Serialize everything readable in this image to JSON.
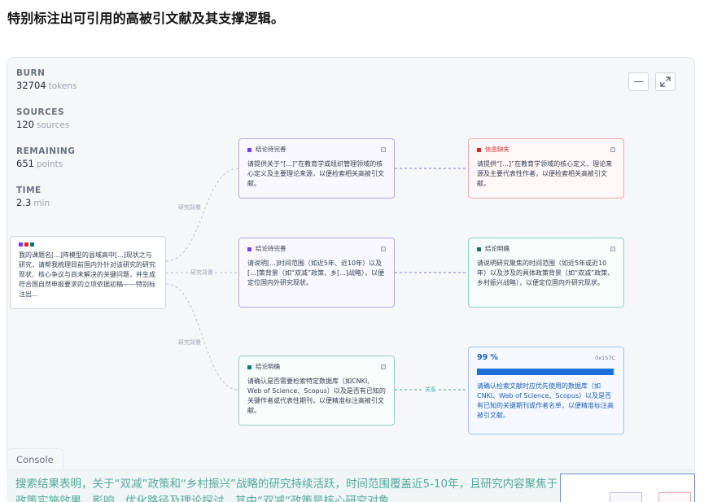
{
  "page": {
    "heading": "特别标注出可引用的高被引文献及其支撑逻辑。"
  },
  "stats": [
    {
      "label": "BURN",
      "value": "32704",
      "unit": "tokens"
    },
    {
      "label": "SOURCES",
      "value": "120",
      "unit": "sources"
    },
    {
      "label": "REMAINING",
      "value": "651",
      "unit": "points"
    },
    {
      "label": "TIME",
      "value": "2.3",
      "unit": "min"
    }
  ],
  "controls": {
    "minimize_icon": "minus-icon",
    "expand_icon": "expand-icon"
  },
  "graph": {
    "root": {
      "text": "我的课题名[...]阵模型的县域高中[...]现状之与研究，请帮我梳理目前国内外针对该研究的研究现状、核心争议与尚未解决的关键问题，并生成符合国自然申报要求的立项依据初稿——特别标注出..."
    },
    "edge_labels": [
      "研究背景",
      "研究背景",
      "研究背景",
      "关系"
    ],
    "nodes": [
      {
        "status": "结论待完善",
        "body": "请提供关于“[...]”在教育学或组织管理领域的核心定义及主要理论来源，以便检索相关高被引文献。"
      },
      {
        "status": "信息缺失",
        "body": "请提供“[...]”在教育学领域的核心定义、理论来源及主要代表性作者，以便检索相关高被引文献。"
      },
      {
        "status": "结论待完善",
        "body": "请说明[...]时间范围（如近5年、近10年）以及[...]策背景（如“双减”政策、乡[...]战略），以便定位国内外研究现状。"
      },
      {
        "status": "结论明确",
        "body": "请说明研究聚焦的时间范围（如近5年或近10年）以及涉及的具体政策背景（如“双减”政策、乡村振兴战略），以便定位国内外研究现状。"
      },
      {
        "status": "结论明确",
        "body": "请确认是否需要检索特定数据库（如CNKI、Web of Science、Scopus）以及是否有已知的关键作者或代表性期刊，以便精准标注高被引文献。"
      }
    ],
    "progress": {
      "percent_label": "99 %",
      "value": 0.99,
      "id": "0x157C",
      "body": "请确认检索文献时应优先使用的数据库（如CNKI、Web of Science、Scopus）以及是否有已知的关键期刊或作者名单，以便精准标注高被引文献。"
    }
  },
  "console": {
    "tab_label": "Console",
    "text": "搜索结果表明，关于“双减”政策和“乡村振兴”战略的研究持续活跃，时间范围覆盖近5-10年，且研究内容聚焦于政策实施效果、影响、优化路径及理论探讨，其中“双减”政策是核心研究对象。"
  },
  "colors": {
    "purple": "#7c3aed",
    "red": "#dc2626",
    "teal": "#0f766e",
    "blue": "#1a6fd8"
  }
}
